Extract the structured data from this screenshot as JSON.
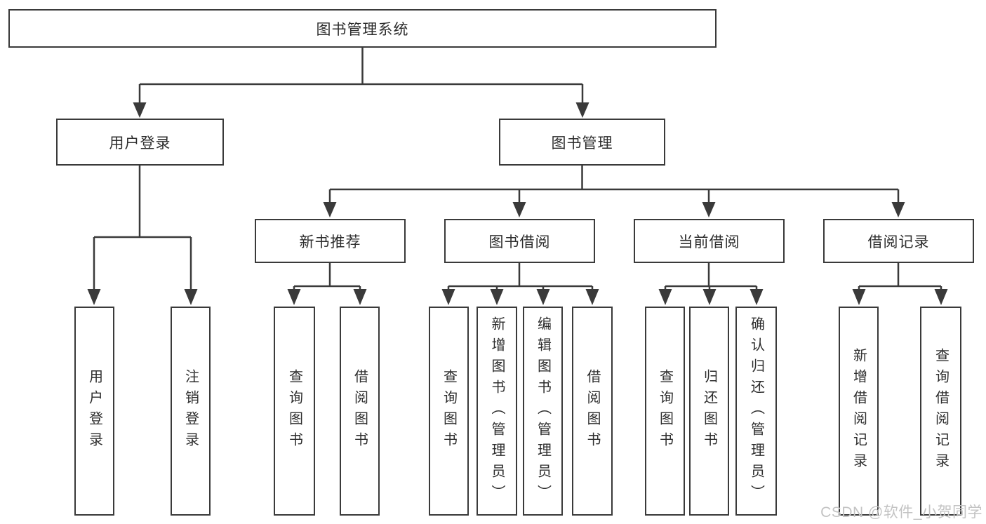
{
  "diagram": {
    "root": {
      "label": "图书管理系统"
    },
    "level2": [
      {
        "label": "用户登录"
      },
      {
        "label": "图书管理"
      }
    ],
    "level3": [
      {
        "label": "新书推荐"
      },
      {
        "label": "图书借阅"
      },
      {
        "label": "当前借阅"
      },
      {
        "label": "借阅记录"
      }
    ],
    "leaves": [
      {
        "label": "用户登录"
      },
      {
        "label": "注销登录"
      },
      {
        "label": "查询图书"
      },
      {
        "label": "借阅图书"
      },
      {
        "label": "查询图书"
      },
      {
        "label": "新增图书（管理员）"
      },
      {
        "label": "编辑图书（管理员）"
      },
      {
        "label": "借阅图书"
      },
      {
        "label": "查询图书"
      },
      {
        "label": "归还图书"
      },
      {
        "label": "确认归还（管理员）"
      },
      {
        "label": "新增借阅记录"
      },
      {
        "label": "查询借阅记录"
      }
    ]
  },
  "watermark": {
    "text": "CSDN @软件_小贺同学"
  },
  "colors": {
    "line": "#3a3a3a",
    "box_border": "#3a3a3a",
    "text": "#2d2d2d",
    "background": "#ffffff",
    "watermark": "#c3c3c3"
  }
}
